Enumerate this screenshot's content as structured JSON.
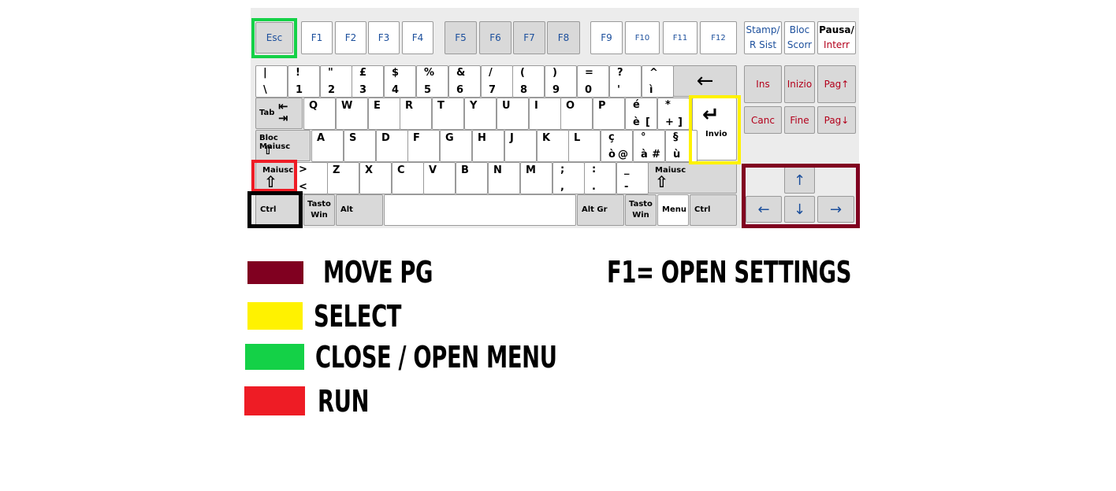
{
  "keyboard": {
    "function_row": {
      "esc": "Esc",
      "f": [
        "F1",
        "F2",
        "F3",
        "F4",
        "F5",
        "F6",
        "F7",
        "F8",
        "F9",
        "F10",
        "F11",
        "F12"
      ],
      "stamp": "Stamp/\nR Sist",
      "bloc": "Bloc\nScorr",
      "pausa_top": "Pausa/",
      "pausa_bottom": "Interr"
    },
    "number_row": [
      {
        "top": "|",
        "bottom": "\\"
      },
      {
        "top": "!",
        "bottom": "1"
      },
      {
        "top": "\"",
        "bottom": "2"
      },
      {
        "top": "£",
        "bottom": "3"
      },
      {
        "top": "$",
        "bottom": "4"
      },
      {
        "top": "%",
        "bottom": "5"
      },
      {
        "top": "&",
        "bottom": "6"
      },
      {
        "top": "/",
        "bottom": "7"
      },
      {
        "top": "(",
        "bottom": "8"
      },
      {
        "top": ")",
        "bottom": "9"
      },
      {
        "top": "=",
        "bottom": "0"
      },
      {
        "top": "?",
        "bottom": "'"
      },
      {
        "top": "^",
        "bottom": "ì"
      }
    ],
    "backspace": "←",
    "tab": "Tab",
    "tab_arrows": "⇤\n⇥",
    "qwerty_row": [
      "Q",
      "W",
      "E",
      "R",
      "T",
      "Y",
      "U",
      "I",
      "O",
      "P"
    ],
    "qwerty_extra": [
      {
        "top": "é",
        "bottom": "è",
        "right": "["
      },
      {
        "top": "*",
        "bottom": "+",
        "right": "]"
      }
    ],
    "invio": "Invio",
    "invio_arrow": "↵",
    "caps": "Bloc Maiusc",
    "caps_arrow": "⇧",
    "home_row": [
      "A",
      "S",
      "D",
      "F",
      "G",
      "H",
      "J",
      "K",
      "L"
    ],
    "home_extra": [
      {
        "top": "ç",
        "bottom": "ò",
        "right": "@"
      },
      {
        "top": "°",
        "bottom": "à",
        "right": "#"
      },
      {
        "top": "§",
        "bottom": "ù"
      }
    ],
    "shift": "Maiusc",
    "shift_arrow": "⇧",
    "angle": {
      "top": ">",
      "bottom": "<"
    },
    "bottom_letters": [
      "Z",
      "X",
      "C",
      "V",
      "B",
      "N",
      "M"
    ],
    "bottom_extra": [
      {
        "top": ";",
        "bottom": ","
      },
      {
        "top": ":",
        "bottom": "."
      },
      {
        "top": "_",
        "bottom": "-"
      }
    ],
    "ctrl": "Ctrl",
    "tasto_win": "Tasto\nWin",
    "alt": "Alt",
    "altgr": "Alt Gr",
    "menu": "Menu",
    "nav_keys": [
      "Ins",
      "Inizio",
      "Pag↑",
      "Canc",
      "Fine",
      "Pag↓"
    ],
    "arrows": {
      "up": "↑",
      "left": "←",
      "down": "↓",
      "right": "→"
    }
  },
  "legend": {
    "items": [
      {
        "label": "MOVE PG",
        "color": "#800020"
      },
      {
        "label": "SELECT",
        "color": "#fff200"
      },
      {
        "label": "CLOSE / OPEN MENU",
        "color": "#14d147"
      },
      {
        "label": "RUN",
        "color": "#ee1c25"
      }
    ],
    "note": "F1= OPEN SETTINGS"
  },
  "highlight_colors": {
    "move": "#800020",
    "select": "#fff200",
    "menu": "#14d147",
    "run": "#ee1c25",
    "ctrl": "#000000"
  }
}
